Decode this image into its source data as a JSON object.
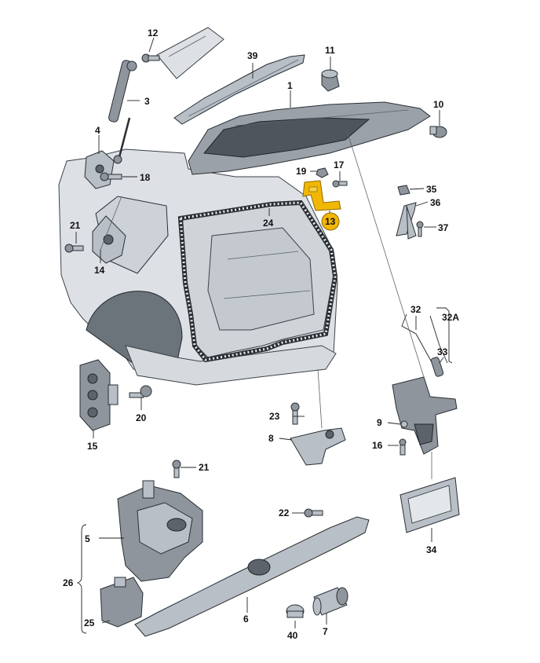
{
  "diagram": {
    "labels": {
      "p1": "1",
      "p3": "3",
      "p4": "4",
      "p5": "5",
      "p6": "6",
      "p7": "7",
      "p8": "8",
      "p9": "9",
      "p10": "10",
      "p11": "11",
      "p12": "12",
      "p13": "13",
      "p14": "14",
      "p15": "15",
      "p16": "16",
      "p17": "17",
      "p18": "18",
      "p19": "19",
      "p20": "20",
      "p21a": "21",
      "p21b": "21",
      "p22": "22",
      "p23": "23",
      "p24": "24",
      "p25": "25",
      "p26": "26",
      "p32": "32",
      "p32a": "32A",
      "p33": "33",
      "p34": "34",
      "p35": "35",
      "p36": "36",
      "p37": "37",
      "p39": "39",
      "p40": "40"
    },
    "highlight_color": "#f2b705"
  }
}
